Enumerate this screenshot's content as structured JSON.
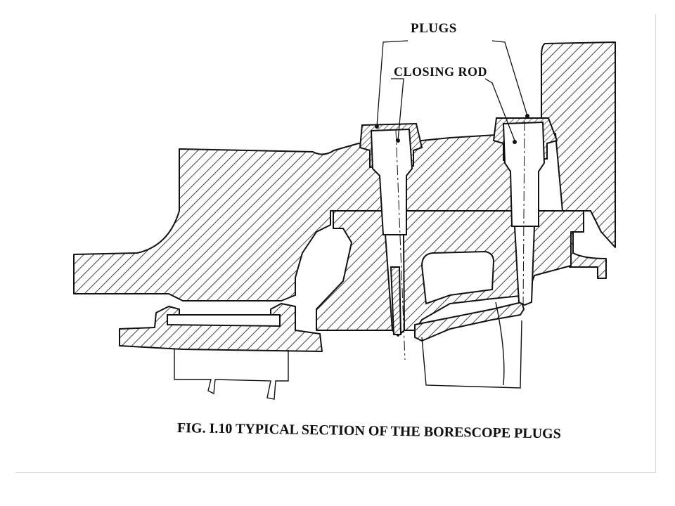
{
  "labels": {
    "plugs": "PLUGS",
    "closing_rod": "CLOSING ROD"
  },
  "caption": "FIG. I.10 TYPICAL SECTION OF THE BORESCOPE PLUGS",
  "colors": {
    "ink": "#111111",
    "paper": "#ffffff"
  }
}
